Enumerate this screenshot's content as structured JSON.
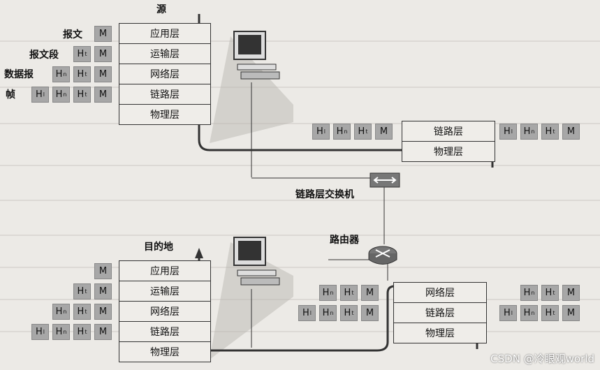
{
  "labels": {
    "source": "源",
    "destination": "目的地",
    "switch": "链路层交换机",
    "router": "路由器",
    "message": "报文",
    "segment": "报文段",
    "datagram": "数据报",
    "frame": "帧"
  },
  "layers": {
    "app": "应用层",
    "transport": "运输层",
    "network": "网络层",
    "link": "链路层",
    "physical": "物理层"
  },
  "headers": {
    "M": "M",
    "H": "H",
    "t": "t",
    "n": "n",
    "l": "l"
  },
  "watermark": "CSDN @冷眼观world"
}
